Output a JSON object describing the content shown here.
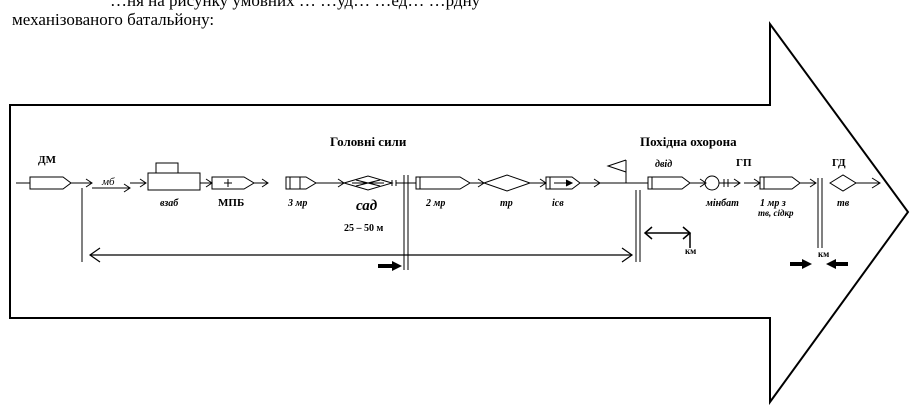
{
  "intro": {
    "line1": "…ня на рисунку умовних … …уд… …ед… …рдну",
    "line2": "механізованого батальйону:"
  },
  "diagram": {
    "sections": {
      "main_forces": "Головні сили",
      "march_security": "Похідна охорона"
    },
    "units": {
      "dm": "ДМ",
      "mb": "мб",
      "vzab": "взаб",
      "mpb": "МПБ",
      "mr3": "3 мр",
      "sad": "сад",
      "spacing": "25 – 50 м",
      "mr2": "2 мр",
      "tr": "тр",
      "isv": "ісв",
      "dvid": "двід",
      "minbat": "мінбат",
      "gp": "ГП",
      "mr1": "1 мр з",
      "mr1_sub": "тв, сідкр",
      "gd": "ГД",
      "tv": "тв",
      "km1": "км",
      "km2": "км"
    }
  }
}
